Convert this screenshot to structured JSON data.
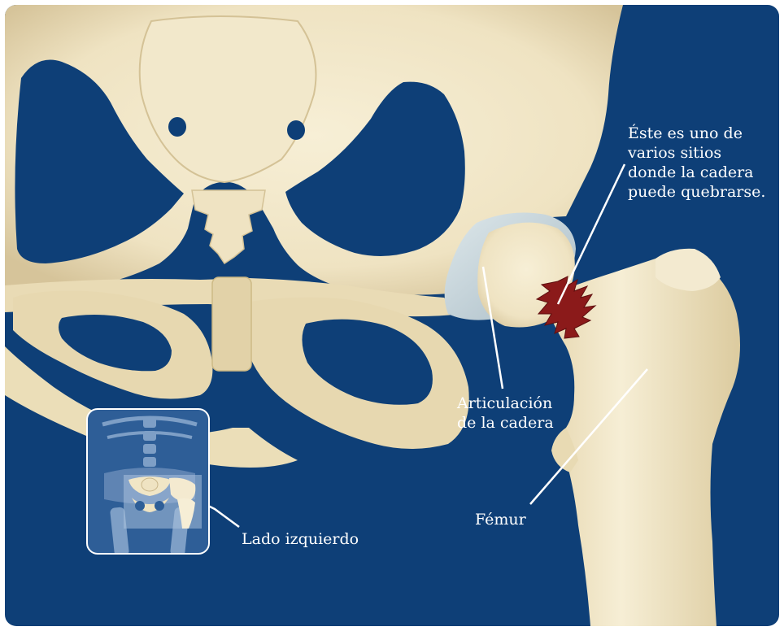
{
  "labels": {
    "fracture_note": "Éste es uno de\nvarios sitios\ndonde la cadera\npuede quebrarse.",
    "hip_joint": "Articulación\nde la cadera",
    "femur": "Fémur",
    "left_side": "Lado izquierdo"
  },
  "colors": {
    "background": "#0e3f77",
    "bone": "#efe3c2",
    "bone_shadow": "#d9c9a0",
    "cartilage": "#c9d7dc",
    "fracture": "#8b1a1a",
    "leader_lines": "#ffffff",
    "inset_background": "#2e5e97"
  },
  "icons": {
    "inset": "skeleton-thumbnail-icon"
  }
}
